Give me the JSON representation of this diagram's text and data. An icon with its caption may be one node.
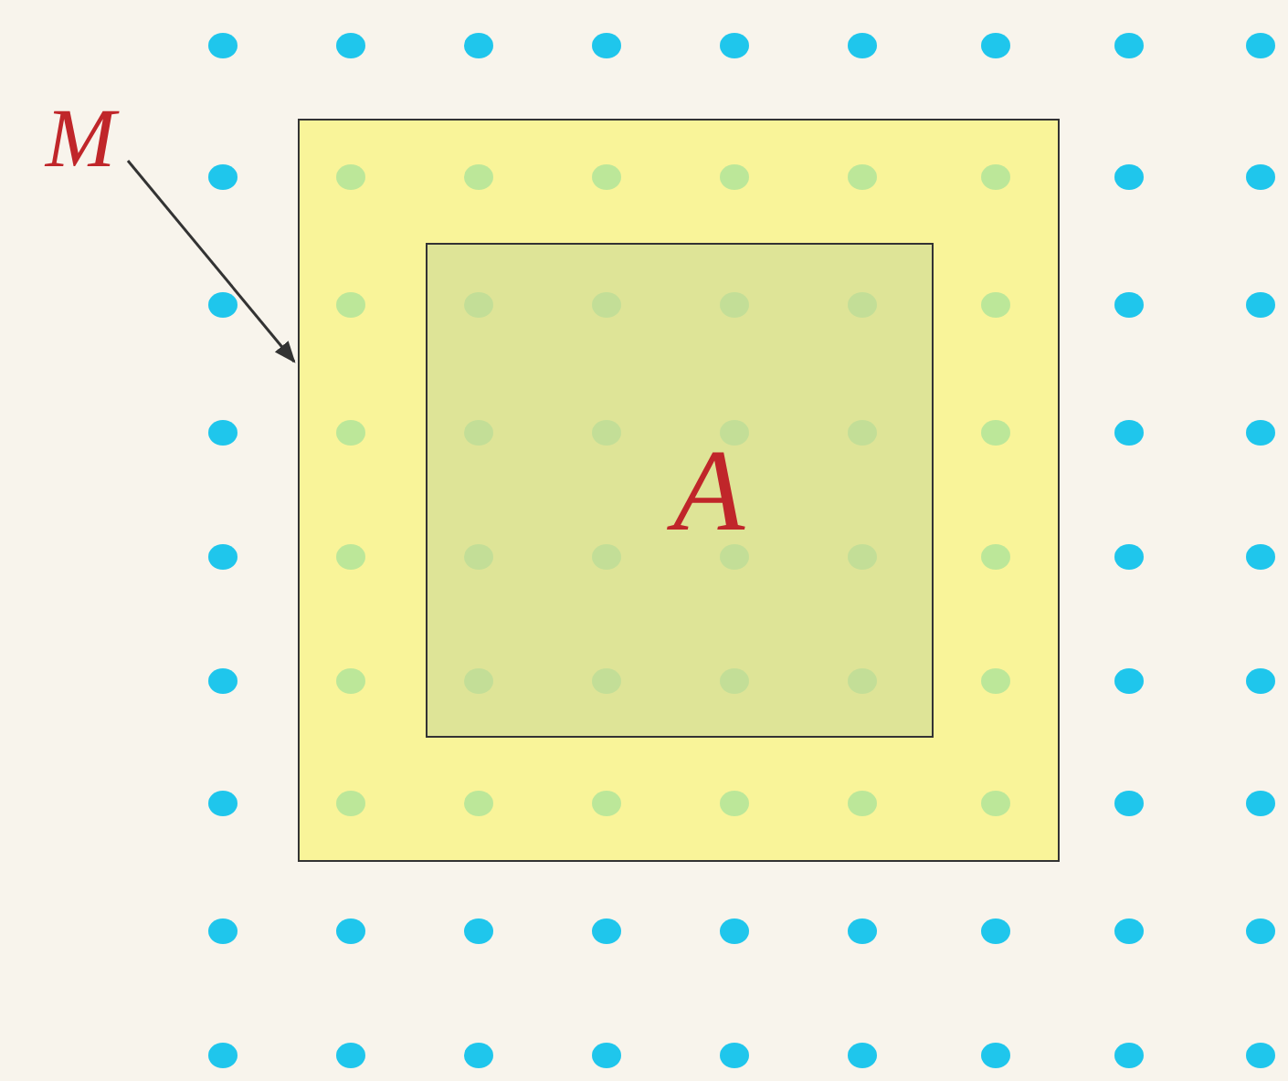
{
  "diagram": {
    "nodes": [
      {
        "text": [
          "M"
        ]
      },
      {
        "text": [],
        "shape": "box"
      },
      {
        "text": [
          "A"
        ],
        "in": 1
      }
    ],
    "edges": [
      {
        "from": 0,
        "to": 1,
        "arrow": "to"
      }
    ]
  }
}
